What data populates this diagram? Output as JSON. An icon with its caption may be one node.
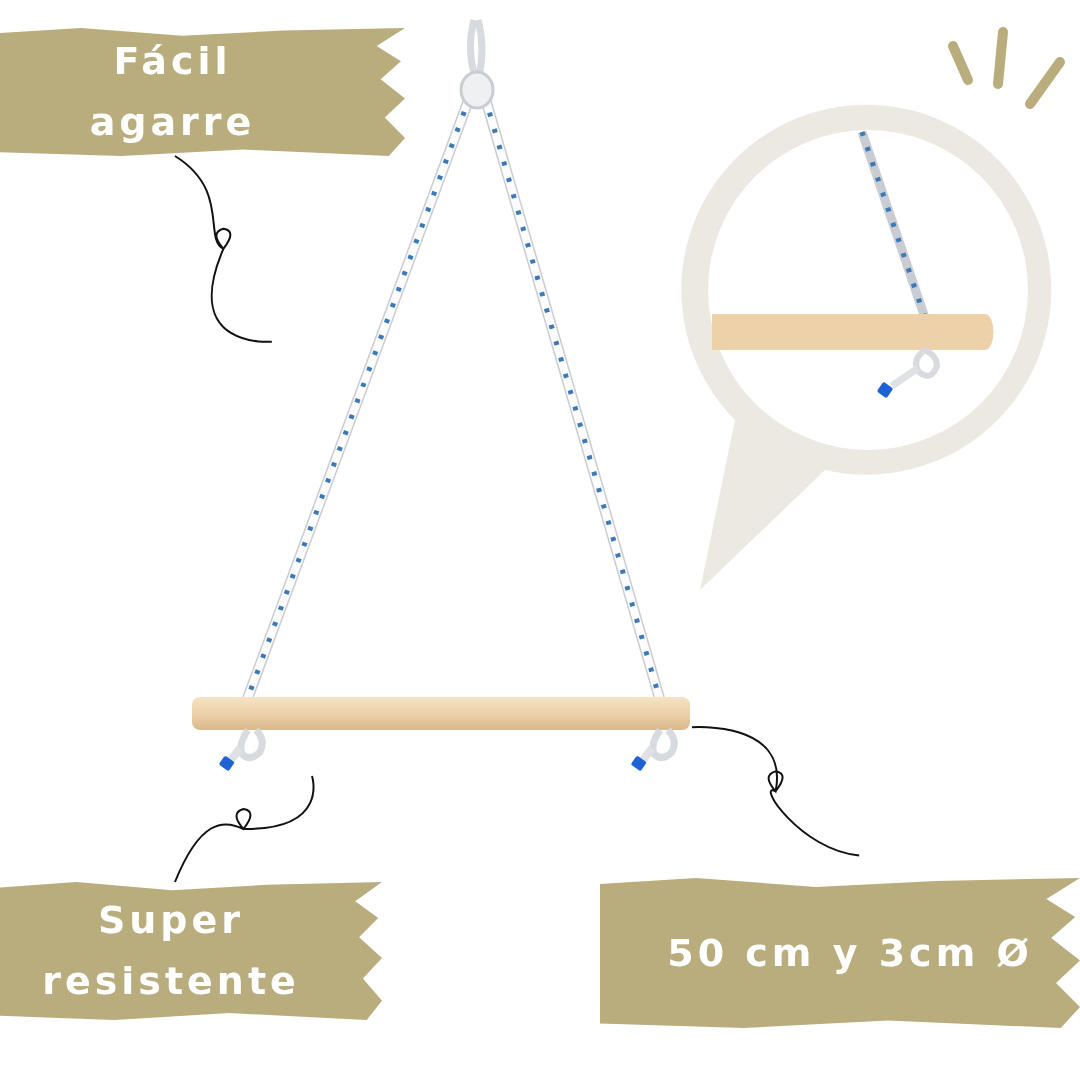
{
  "diagram": {
    "nodes": [
      {
        "text": [
          "Fácil agarre"
        ]
      },
      {
        "text": [
          "Super resistente"
        ]
      },
      {
        "text": [
          "50 cm y 3cm Ø"
        ]
      },
      {
        "text": [],
        "shape": "picture"
      }
    ],
    "edges": [
      {
        "from": 0,
        "to": 3,
        "arrow": "none"
      },
      {
        "from": 1,
        "to": 3,
        "arrow": "none"
      },
      {
        "from": 2,
        "to": 3,
        "arrow": "none"
      }
    ]
  }
}
